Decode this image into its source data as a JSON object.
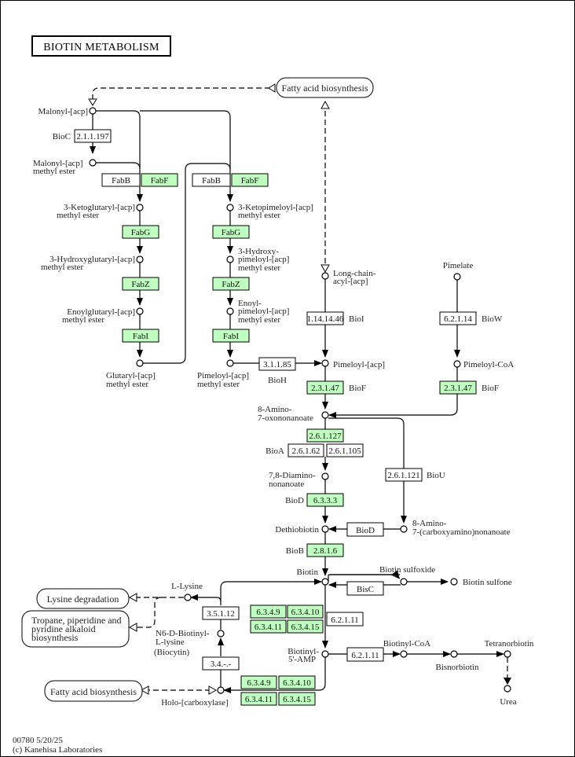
{
  "title": "BIOTIN METABOLISM",
  "footer": {
    "map_id_date": "00780 5/20/25",
    "copyright": "(c) Kanehisa Laboratories"
  },
  "colors": {
    "present_enzyme": "#bfffbf",
    "absent_enzyme": "#ffffff",
    "line": "#000000"
  },
  "maps": {
    "fatty_acid_top": "Fatty acid biosynthesis",
    "lysine_degradation": "Lysine degradation",
    "tropane_1": "Tropane, piperidine and",
    "tropane_2": "pyridine alkaloid",
    "tropane_3": "biosynthesis",
    "fatty_acid_bottom": "Fatty acid biosynthesis"
  },
  "compounds": {
    "malonyl_acp": "Malonyl-[acp]",
    "malonyl_acp_me_1": "Malonyl-[acp]",
    "malonyl_acp_me_2": "methyl ester",
    "ketoglutaryl_1": "3-Ketoglutaryl-[acp]",
    "ketoglutaryl_2": "methyl ester",
    "hydroxyglutaryl_1": "3-Hydroxyglutaryl-[acp]",
    "hydroxyglutaryl_2": "methyl ester",
    "enoylglutaryl_1": "Enoylglutaryl-[acp]",
    "enoylglutaryl_2": "methyl ester",
    "glutaryl_1": "Glutaryl-[acp]",
    "glutaryl_2": "methyl ester",
    "ketopimeloyl_1": "3-Ketopimeloyl-[acp]",
    "ketopimeloyl_2": "methyl ester",
    "hydroxypimeloyl_1": "3-Hydroxy-",
    "hydroxypimeloyl_2": "pimeloyl-[acp]",
    "hydroxypimeloyl_3": "methyl ester",
    "enoylpimeloyl_1": "Enoyl-",
    "enoylpimeloyl_2": "pimeloyl-[acp]",
    "enoylpimeloyl_3": "methyl ester",
    "pimeloyl_acp_me_1": "Pimeloyl-[acp]",
    "pimeloyl_acp_me_2": "methyl ester",
    "long_chain_1": "Long-chain-",
    "long_chain_2": "acyl-[acp]",
    "pimeloyl_acp": "Pimeloyl-[acp]",
    "pimelate": "Pimelate",
    "pimeloyl_coa": "Pimeloyl-CoA",
    "amino_oxo_1": "8-Amino-",
    "amino_oxo_2": "7-oxononanoate",
    "diamino_1": "7,8-Diamino-",
    "diamino_2": "nonanoate",
    "carboxyamino_1": "8-Amino-",
    "carboxyamino_2": "7-(carboxyamino)nonanoate",
    "dethiobiotin": "Dethiobiotin",
    "biotin": "Biotin",
    "biotin_sulfoxide": "Biotin sulfoxide",
    "biotin_sulfone": "Biotin sulfone",
    "l_lysine": "L-Lysine",
    "biocytin_1": "N6-D-Biotinyl-",
    "biocytin_2": "L-lysine",
    "biocytin_3": "(Biocytin)",
    "biotinyl_amp_1": "Biotinyl-",
    "biotinyl_amp_2": "5'-AMP",
    "biotinyl_coa": "Biotinyl-CoA",
    "bisnorbiotin": "Bisnorbiotin",
    "tetranorbiotin": "Tetranorbiotin",
    "urea": "Urea",
    "holo_carboxylase": "Holo-[carboxylase]"
  },
  "enzymes": {
    "bioc": "2.1.1.197",
    "fabb_1": "FabB",
    "fabf_1": "FabF",
    "fabg_1": "FabG",
    "fabz_1": "FabZ",
    "fabi_1": "FabI",
    "fabb_2": "FabB",
    "fabf_2": "FabF",
    "fabg_2": "FabG",
    "fabz_2": "FabZ",
    "fabi_2": "FabI",
    "bioh": "3.1.1.85",
    "bioi": "1.14.14.46",
    "biow": "6.2.1.14",
    "biof_1": "2.3.1.47",
    "biof_2": "2.3.1.47",
    "bioa_1": "2.6.1.127",
    "bioa_2": "2.6.1.62",
    "bioa_3": "2.6.1.105",
    "biou": "2.6.1.121",
    "biod_1": "6.3.3.3",
    "biod_2": "BioD",
    "biob": "2.8.1.6",
    "bisc": "BisC",
    "lys_ec": "3.5.1.12",
    "bpl_1": "6.3.4.9",
    "bpl_2": "6.3.4.10",
    "bpl_3": "6.3.4.11",
    "bpl_4": "6.3.4.15",
    "acs_1": "6.2.1.11",
    "acs_2": "6.2.1.11",
    "holo_ec": "3.4.-.-",
    "hcs_1": "6.3.4.9",
    "hcs_2": "6.3.4.10",
    "hcs_3": "6.3.4.11",
    "hcs_4": "6.3.4.15"
  },
  "gene_labels": {
    "bioc": "BioC",
    "bioh": "BioH",
    "bioi": "BioI",
    "biow": "BioW",
    "biof_1": "BioF",
    "biof_2": "BioF",
    "bioa": "BioA",
    "biou": "BioU",
    "biod": "BioD",
    "biob": "BioB"
  }
}
